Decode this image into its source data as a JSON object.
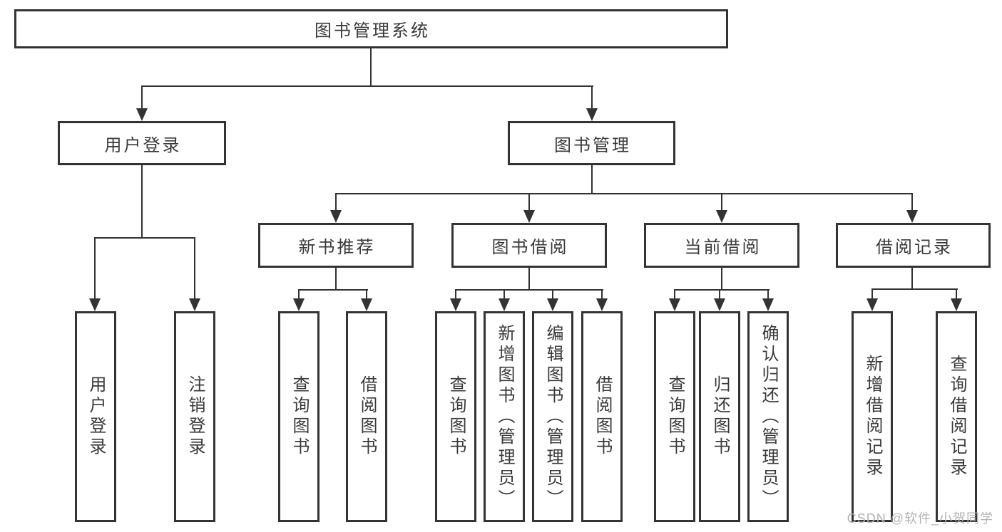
{
  "diagram_type": "tree",
  "colors": {
    "line": "#333333",
    "box_border": "#333333",
    "box_background": "#ffffff",
    "text": "#3a3a3a",
    "watermark": "#b3b3b3",
    "page_background": "#ffffff"
  },
  "tree": {
    "label": "图书管理系统",
    "children": [
      {
        "label": "用户登录",
        "children": [
          {
            "label": "用户登录"
          },
          {
            "label": "注销登录"
          }
        ]
      },
      {
        "label": "图书管理",
        "children": [
          {
            "label": "新书推荐",
            "children": [
              {
                "label": "查询图书"
              },
              {
                "label": "借阅图书"
              }
            ]
          },
          {
            "label": "图书借阅",
            "children": [
              {
                "label": "查询图书"
              },
              {
                "label": "新增图书（管理员）"
              },
              {
                "label": "编辑图书（管理员）"
              },
              {
                "label": "借阅图书"
              }
            ]
          },
          {
            "label": "当前借阅",
            "children": [
              {
                "label": "查询图书"
              },
              {
                "label": "归还图书"
              },
              {
                "label": "确认归还（管理员）"
              }
            ]
          },
          {
            "label": "借阅记录",
            "children": [
              {
                "label": "新增借阅记录"
              },
              {
                "label": "查询借阅记录"
              }
            ]
          }
        ]
      }
    ]
  },
  "watermark": {
    "text": "CSDN @软件_小贺同学"
  }
}
